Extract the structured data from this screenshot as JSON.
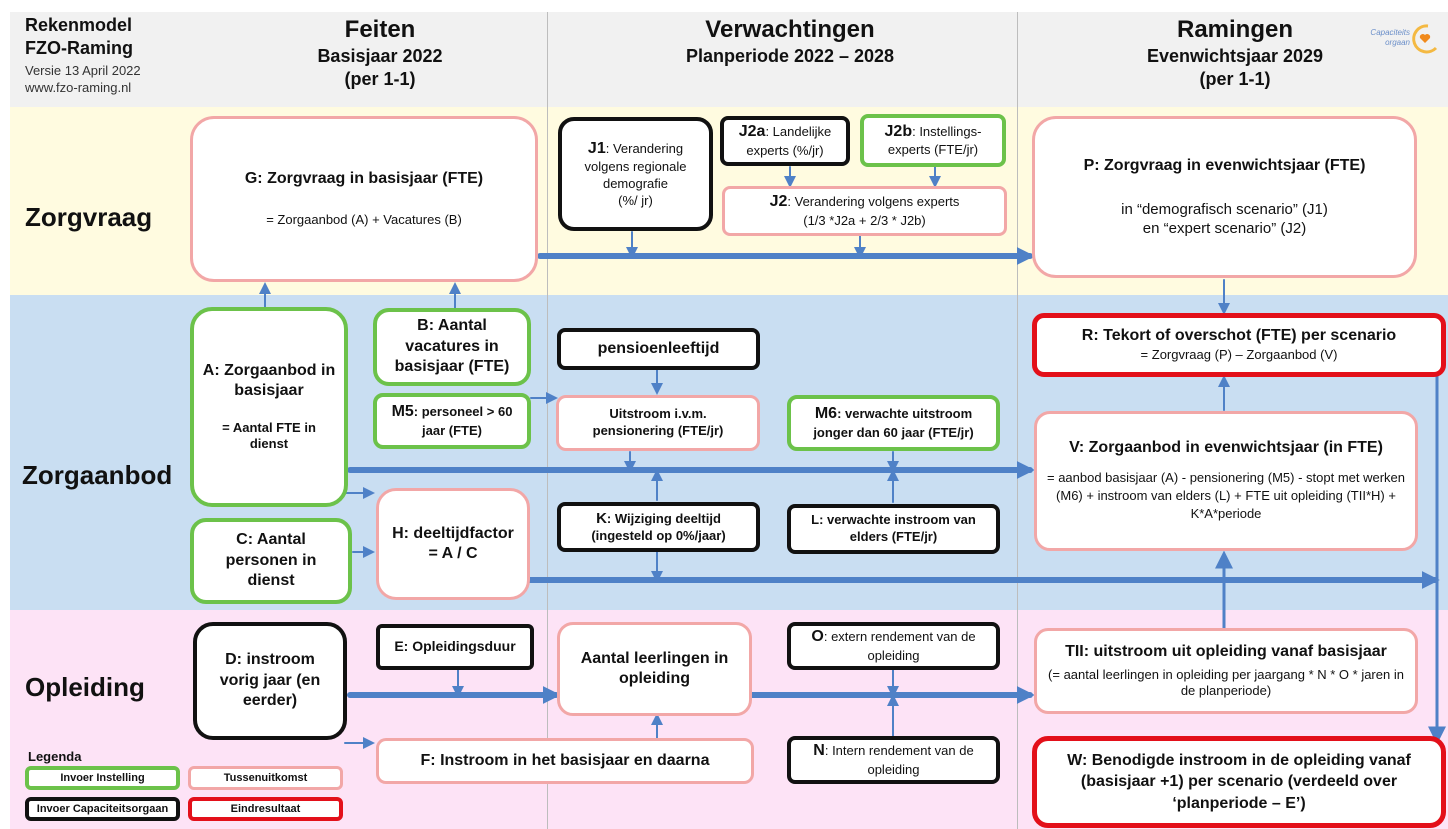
{
  "header": {
    "model_title_1": "Rekenmodel",
    "model_title_2": "FZO-Raming",
    "version": "Versie 13 April 2022",
    "website": "www.fzo-raming.nl",
    "col1_title": "Feiten",
    "col1_sub1": "Basisjaar 2022",
    "col1_sub2": "(per 1-1)",
    "col2_title": "Verwachtingen",
    "col2_sub1": "Planperiode 2022 – 2028",
    "col3_title": "Ramingen",
    "col3_sub1": "Evenwichtsjaar 2029",
    "col3_sub2": "(per 1-1)",
    "logo_text_1": "Capaciteits",
    "logo_text_2": "orgaan"
  },
  "rows": {
    "zorgvraag": "Zorgvraag",
    "zorgaanbod": "Zorgaanbod",
    "opleiding": "Opleiding"
  },
  "boxes": {
    "G_title": "G: Zorgvraag in basisjaar (FTE)",
    "G_formula": "= Zorgaanbod (A) + Vacatures (B)",
    "J1_code": "J1",
    "J1_text": ": Verandering volgens regionale demografie",
    "J1_unit": "(%/ jr)",
    "J2a_code": "J2a",
    "J2a_text": ": Landelijke experts (%/jr)",
    "J2b_code": "J2b",
    "J2b_text": ": Instellings-experts (FTE/jr)",
    "J2_code": "J2",
    "J2_text": ": Verandering volgens experts",
    "J2_formula": "(1/3 *J2a + 2/3 * J2b)",
    "P_title": "P: Zorgvraag in evenwichtsjaar (FTE)",
    "P_line1": "in “demografisch scenario” (J1)",
    "P_line2": "en “expert scenario” (J2)",
    "A_title": "A: Zorgaanbod in basisjaar",
    "A_formula": "= Aantal FTE in dienst",
    "B_title": "B: Aantal vacatures in basisjaar (FTE)",
    "M5_code": "M5",
    "M5_text": ": personeel > 60 jaar (FTE)",
    "pensioen": "pensioenleeftijd",
    "uitstroom": "Uitstroom i.v.m. pensionering (FTE/jr)",
    "M6_code": "M6",
    "M6_text": ": verwachte uitstroom jonger dan 60 jaar (FTE/jr)",
    "R_title": "R: Tekort of overschot (FTE) per scenario",
    "R_formula": "= Zorgvraag (P) – Zorgaanbod (V)",
    "V_title": "V: Zorgaanbod in evenwichtsjaar (in FTE)",
    "V_formula": "= aanbod basisjaar (A) - pensionering (M5) - stopt met werken (M6) + instroom van elders (L) + FTE uit opleiding (TII*H) + K*A*periode",
    "C_title": "C: Aantal personen in dienst",
    "H_title": "H: deeltijdfactor",
    "H_formula": "= A / C",
    "K_code": "K",
    "K_text": ": Wijziging deeltijd (ingesteld op 0%/jaar)",
    "L_text": "L: verwachte instroom van elders (FTE/jr)",
    "D_title": "D: instroom vorig jaar (en eerder)",
    "E_title": "E: Opleidingsduur",
    "leerlingen": "Aantal leerlingen in opleiding",
    "O_code": "O",
    "O_text": ": extern rendement van de opleiding",
    "N_code": "N",
    "N_text": ": Intern rendement van de opleiding",
    "TII_title": "TII: uitstroom uit opleiding vanaf basisjaar",
    "TII_formula": "(= aantal leerlingen in opleiding per jaargang * N * O * jaren in de planperiode)",
    "F_title": "F: Instroom in het basisjaar en daarna",
    "W_title": "W: Benodigde instroom in de opleiding vanaf (basisjaar +1) per scenario (verdeeld over ‘planperiode – E’)"
  },
  "legend": {
    "title": "Legenda",
    "invoer_instelling": "Invoer Instelling",
    "tussenuitkomst": "Tussenuitkomst",
    "invoer_co": "Invoer Capaciteitsorgaan",
    "eindresultaat": "Eindresultaat"
  },
  "colors": {
    "input_institution": "#6cc24a",
    "intermediate": "#f2a7a7",
    "input_capaciteitsorgaan": "#111111",
    "end_result": "#e3101a",
    "arrow": "#4f81c7",
    "band_zorgvraag": "#fffbe0",
    "band_zorgaanbod": "#c9def2",
    "band_opleiding": "#fde3f6",
    "band_header": "#f1f1f1"
  }
}
